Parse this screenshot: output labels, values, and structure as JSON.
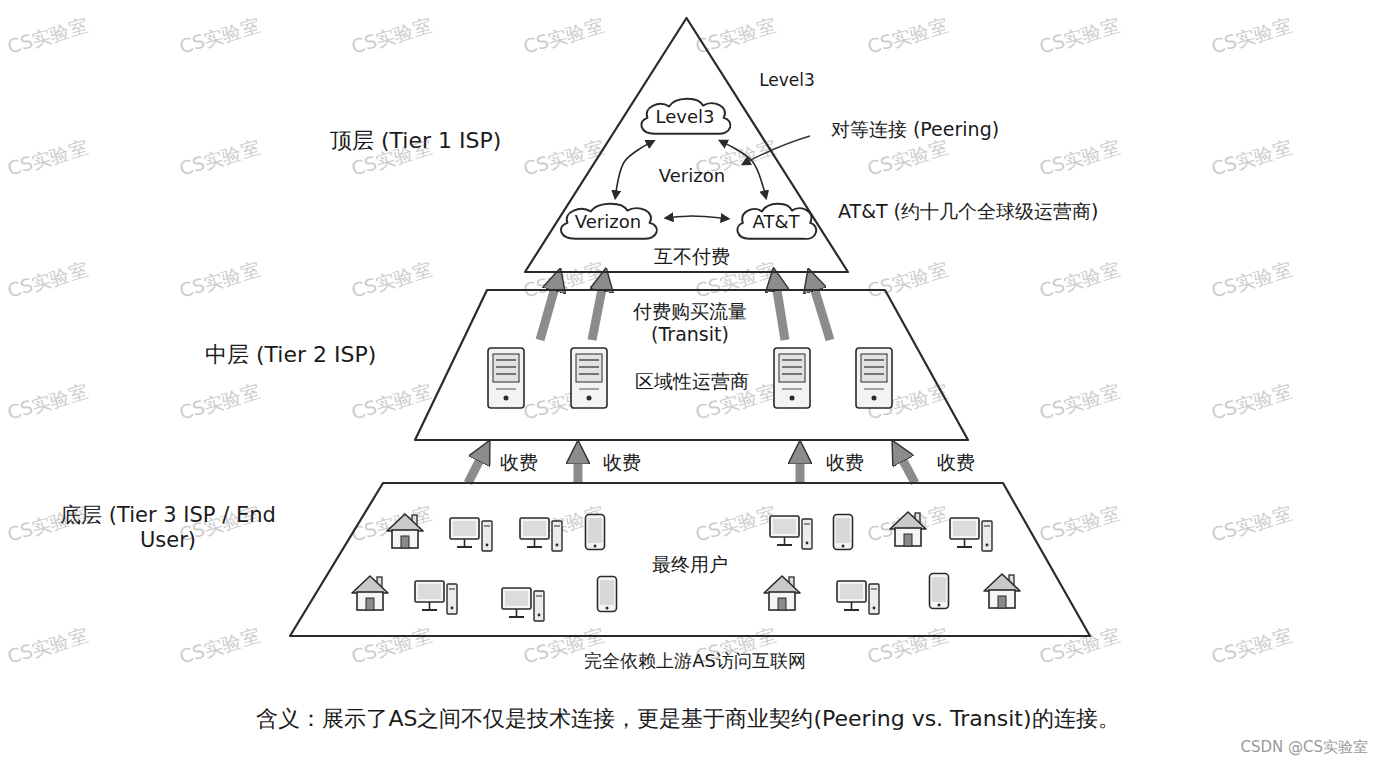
{
  "diagram": {
    "caption": "含义：展示了AS之间不仅是技术连接，更是基于商业契约(Peering vs. Transit)的连接。",
    "nodes": [
      {
        "text": [
          "顶层 (Tier 1 ISP)"
        ]
      },
      {
        "text": [
          "Level3"
        ],
        "in": 0
      },
      {
        "text": [
          "Verizon"
        ],
        "in": 0
      },
      {
        "text": [
          "AT&T"
        ],
        "in": 0
      },
      {
        "text": [
          "中层 (Tier 2 ISP)"
        ]
      },
      {
        "text": [
          "底层 (Tier 3 ISP / End User)"
        ]
      }
    ],
    "edges": [
      {
        "from": 1,
        "to": 2,
        "arrow": "both"
      },
      {
        "from": 1,
        "to": 3,
        "arrow": "both"
      },
      {
        "from": 2,
        "to": 3,
        "label": "互不付费",
        "arrow": "both"
      },
      {
        "from": 5,
        "to": 4,
        "label": "收费",
        "arrow": "to"
      },
      {
        "from": 5,
        "to": 4,
        "label": "收费",
        "arrow": "to"
      },
      {
        "from": 5,
        "to": 4,
        "label": "收费",
        "arrow": "to"
      },
      {
        "from": 5,
        "to": 4,
        "label": "收费",
        "arrow": "to"
      }
    ],
    "labels": [
      "Level3",
      "对等连接 (Peering)",
      "Verizon",
      "AT&T (约十几个全球级运营商)",
      "付费购买流量 (Transit)",
      "区域性运营商",
      "最终用户",
      "完全依赖上游AS访问互联网",
      "CSDN @CS实验室",
      "CS实验室",
      "CS实验室",
      "CS实验室",
      "CS实验室",
      "CS实验室",
      "CS实验室",
      "CS实验室",
      "CS实验室",
      "CS实验室",
      "CS实验室",
      "CS实验室",
      "CS实验室",
      "CS实验室",
      "CS实验室",
      "CS实验室",
      "CS实验室",
      "CS实验室",
      "CS实验室",
      "CS实验室",
      "CS实验室",
      "CS实验室",
      "CS实验室",
      "CS实验室",
      "CS实验室",
      "CS实验室",
      "CS实验室",
      "CS实验室",
      "CS实验室",
      "CS实验室",
      "CS实验室",
      "CS实验室",
      "CS实验室",
      "CS实验室",
      "CS实验室",
      "CS实验室",
      "CS实验室",
      "CS实验室",
      "CS实验室",
      "CS实验室",
      "CS实验室",
      "CS实验室",
      "CS实验室",
      "CS实验室",
      "CS实验室",
      "CS实验室",
      "CS实验室",
      "CS实验室",
      "CS实验室"
    ]
  }
}
